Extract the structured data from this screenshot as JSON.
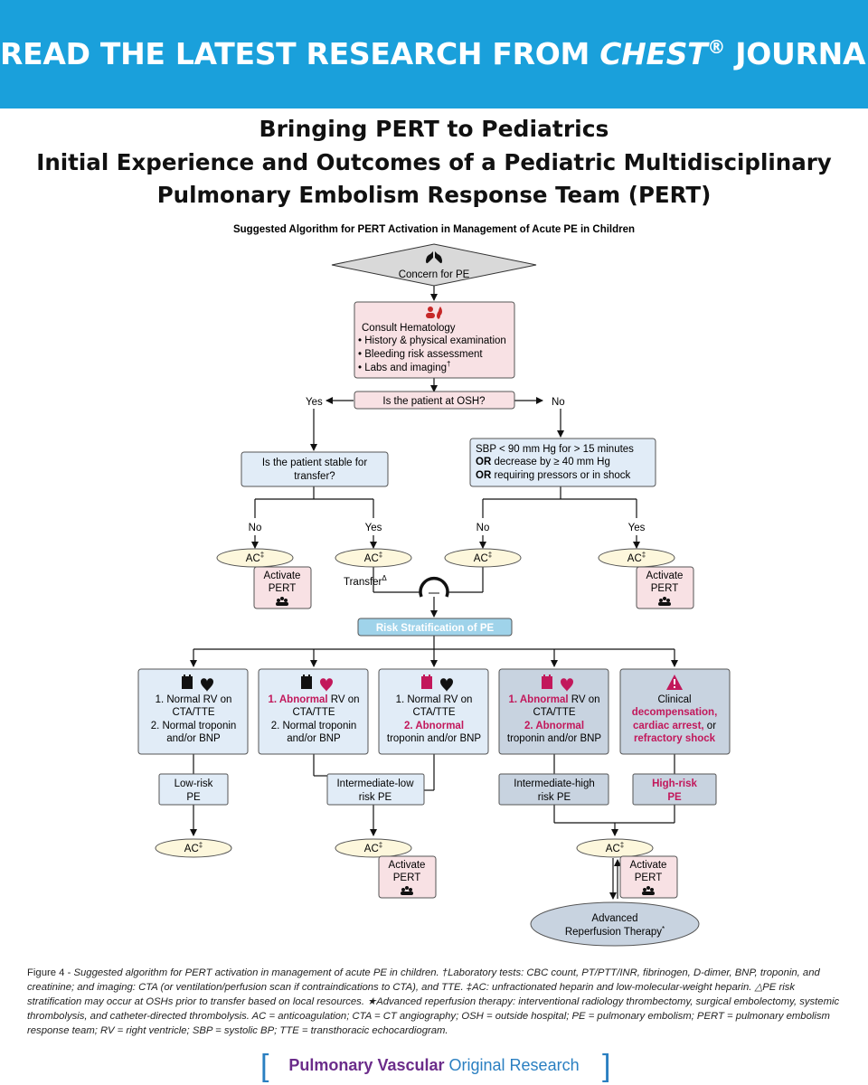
{
  "banner": {
    "pre": "READ THE LATEST RESEARCH FROM ",
    "journal": "CHEST",
    "reg": "®",
    "post": " JOURNAL"
  },
  "titles": {
    "line1": "Bringing PERT to Pediatrics",
    "line2": "Initial Experience and Outcomes of a Pediatric Multidisciplinary",
    "line3": "Pulmonary Embolism Response Team (PERT)"
  },
  "diagram": {
    "title": "Suggested Algorithm for PERT Activation in Management of Acute PE in Children",
    "concern": "Concern for PE",
    "consult": {
      "heading": "Consult Hematology",
      "items": [
        "• History & physical examination",
        "• Bleeding risk assessment",
        "• Labs and imaging"
      ],
      "dagger": "†"
    },
    "osh_question": "Is the patient at OSH?",
    "yes": "Yes",
    "no": "No",
    "stable_question": [
      "Is the patient stable for",
      "transfer?"
    ],
    "sbp": {
      "line1": "SBP < 90 mm Hg for > 15 minutes",
      "or": "OR",
      "line2": " decrease by ≥ 40 mm Hg",
      "line3": " requiring pressors or in shock"
    },
    "ac": "AC",
    "ddagger": "‡",
    "activate": [
      "Activate",
      "PERT"
    ],
    "transfer": "Transfer",
    "delta": "Δ",
    "risk_strat": "Risk Stratification of PE",
    "box1": [
      "1. Normal RV on",
      "CTA/TTE",
      "2. Normal troponin",
      "and/or BNP"
    ],
    "box2": {
      "l1a": "1. Abnormal",
      "l1b": " RV on",
      "l2": "CTA/TTE",
      "l3": "2. Normal troponin",
      "l4": "and/or BNP"
    },
    "box3": {
      "l1": "1. Normal RV on",
      "l2": "CTA/TTE",
      "l3": "2. Abnormal",
      "l4": "troponin and/or BNP"
    },
    "box4": {
      "l1a": "1. Abnormal",
      "l1b": " RV on",
      "l2": "CTA/TTE",
      "l3": "2. Abnormal",
      "l4": "troponin and/or BNP"
    },
    "box5": {
      "l1": "Clinical",
      "l2": "decompensation,",
      "l3a": "cardiac arrest,",
      "l3b": " or",
      "l4": "refractory shock"
    },
    "low_risk": [
      "Low-risk",
      "PE"
    ],
    "int_low": [
      "Intermediate-low",
      "risk PE"
    ],
    "int_high": [
      "Intermediate-high",
      "risk PE"
    ],
    "high_risk": [
      "High-risk",
      "PE"
    ],
    "advanced": [
      "Advanced",
      "Reperfusion Therapy"
    ],
    "star": "*",
    "colors": {
      "magenta": "#c2185b",
      "pink_box": "#f8e1e4",
      "blue_light": "#e1ecf7",
      "blue_dark": "#c8d3e0",
      "risk_bar": "#9fd3ea",
      "ac_fill": "#fdf7dc"
    }
  },
  "caption": {
    "label": "Figure 4 - ",
    "text": "Suggested algorithm for PERT activation in management of acute PE in children. †Laboratory tests: CBC count, PT/PTT/INR, fibrinogen, D-dimer, BNP, troponin, and creatinine; and imaging: CTA (or ventilation/perfusion scan if contraindications to CTA), and TTE. ‡AC: unfractionated heparin and low-molecular-weight heparin. △PE risk stratification may occur at OSHs prior to transfer based on local resources. ★Advanced reperfusion therapy: interventional radiology thrombectomy, surgical embolectomy, systemic thrombolysis, and catheter-directed thrombolysis. AC = anticoagulation; CTA = CT angiography; OSH = outside hospital; PE = pulmonary embolism; PERT = pulmonary embolism response team; RV = right ventricle; SBP = systolic BP; TTE = transthoracic echocardiogram."
  },
  "footer": {
    "part1": "Pulmonary Vascular",
    "part2": " Original Research",
    "left_bracket": "[",
    "right_bracket": "]"
  }
}
